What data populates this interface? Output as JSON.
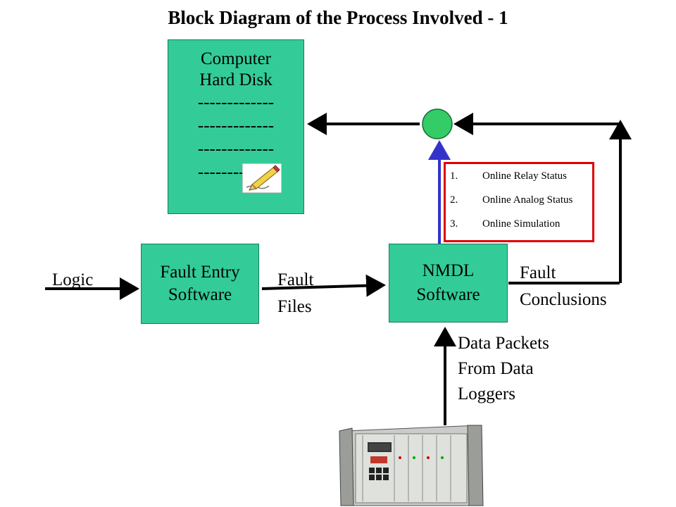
{
  "title": "Block Diagram of the Process Involved - 1",
  "hard_disk": {
    "line1": "Computer",
    "line2": "Hard Disk",
    "dashes": [
      "-------------",
      "-------------",
      "-------------",
      "-------------"
    ]
  },
  "fault_entry": {
    "line1": "Fault Entry",
    "line2": "Software"
  },
  "nmdl": {
    "line1": "NMDL",
    "line2": "Software"
  },
  "labels": {
    "logic": "Logic",
    "fault_files_1": "Fault",
    "fault_files_2": "Files",
    "fault_conclusions_1": "Fault",
    "fault_conclusions_2": "Conclusions",
    "data_packets_1": "Data Packets",
    "data_packets_2": "From Data",
    "data_packets_3": "Loggers"
  },
  "status_list": [
    {
      "num": "1.",
      "text": "Online Relay Status"
    },
    {
      "num": "2.",
      "text": "Online Analog Status"
    },
    {
      "num": "3.",
      "text": "Online Simulation"
    }
  ],
  "colors": {
    "box_fill": "#33cc99",
    "status_border": "#e00000",
    "blue_arrow": "#3333cc",
    "junction": "#33cc66"
  }
}
